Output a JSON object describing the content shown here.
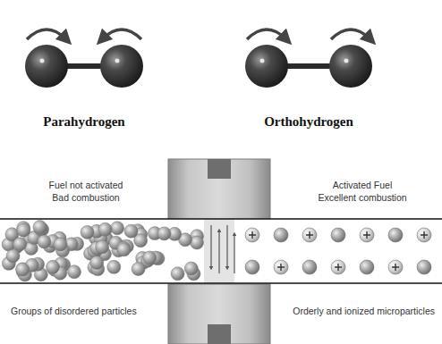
{
  "diagram": {
    "labels": [
      "Parahydrogen",
      "Orthohydrogen",
      "Fuel not activated",
      "Bad combustion",
      "Activated Fuel",
      "Excellent combustion",
      "Groups of disordered particles",
      "Orderly and ionized microparticles"
    ]
  }
}
